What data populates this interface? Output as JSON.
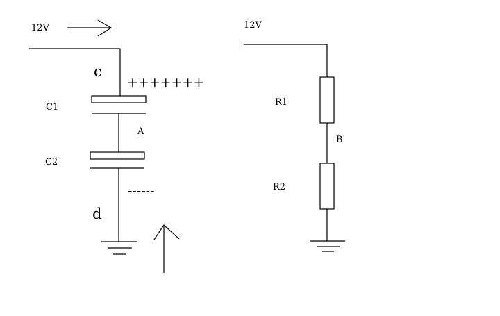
{
  "left_circuit": {
    "supply_label": "12V",
    "node_top_label": "c",
    "capacitor1_label": "C1",
    "middle_node_label": "A",
    "capacitor2_label": "C2",
    "node_bottom_label": "d",
    "positive_charge": "+++++++",
    "negative_charge": "------"
  },
  "right_circuit": {
    "supply_label": "12V",
    "resistor1_label": "R1",
    "middle_node_label": "B",
    "resistor2_label": "R2"
  },
  "colors": {
    "line": "#000000",
    "background": "#ffffff"
  }
}
